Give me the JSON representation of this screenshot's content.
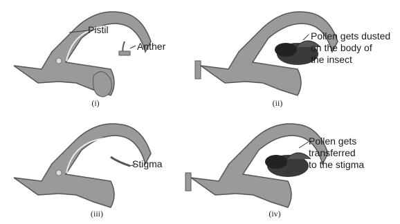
{
  "panels": [
    {
      "caption": "(i)",
      "labels": {
        "pistil": "Pistil",
        "anther": "Anther"
      }
    },
    {
      "caption": "(ii)",
      "labels": {
        "note": [
          "Pollen gets dusted",
          "on the body of",
          "the insect"
        ]
      }
    },
    {
      "caption": "(iii)",
      "labels": {
        "stigma": "Stigma"
      }
    },
    {
      "caption": "(iv)",
      "labels": {
        "note": [
          "Pollen gets",
          "transferred",
          "to the stigma"
        ]
      }
    }
  ],
  "colors": {
    "petal_fill": "#9a9a9a",
    "petal_stroke": "#555555",
    "insect_fill": "#3a3a3a",
    "label_text": "#1a1a1a"
  },
  "icons": [
    "flower-diagram",
    "insect-icon"
  ]
}
